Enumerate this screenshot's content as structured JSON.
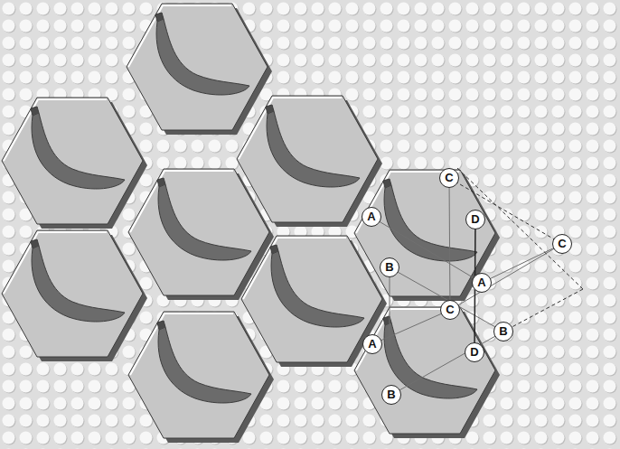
{
  "diagram": {
    "labels": [
      "C",
      "A",
      "D",
      "C",
      "B",
      "A",
      "C",
      "B",
      "A",
      "D",
      "B"
    ]
  }
}
